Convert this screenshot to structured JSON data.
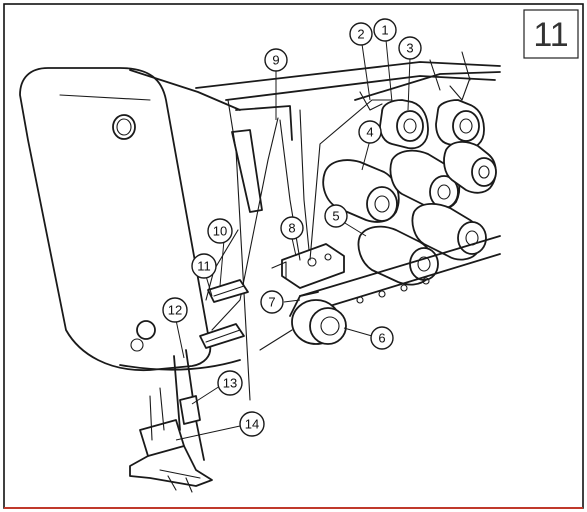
{
  "figure": {
    "number": "11"
  },
  "callouts": [
    {
      "id": "c1",
      "label": "1"
    },
    {
      "id": "c2",
      "label": "2"
    },
    {
      "id": "c3",
      "label": "3"
    },
    {
      "id": "c4",
      "label": "4"
    },
    {
      "id": "c5",
      "label": "5"
    },
    {
      "id": "c6",
      "label": "6"
    },
    {
      "id": "c7",
      "label": "7"
    },
    {
      "id": "c8",
      "label": "8"
    },
    {
      "id": "c9",
      "label": "9"
    },
    {
      "id": "c10",
      "label": "10"
    },
    {
      "id": "c11",
      "label": "11"
    },
    {
      "id": "c12",
      "label": "12"
    },
    {
      "id": "c13",
      "label": "13"
    },
    {
      "id": "c14",
      "label": "14"
    }
  ]
}
